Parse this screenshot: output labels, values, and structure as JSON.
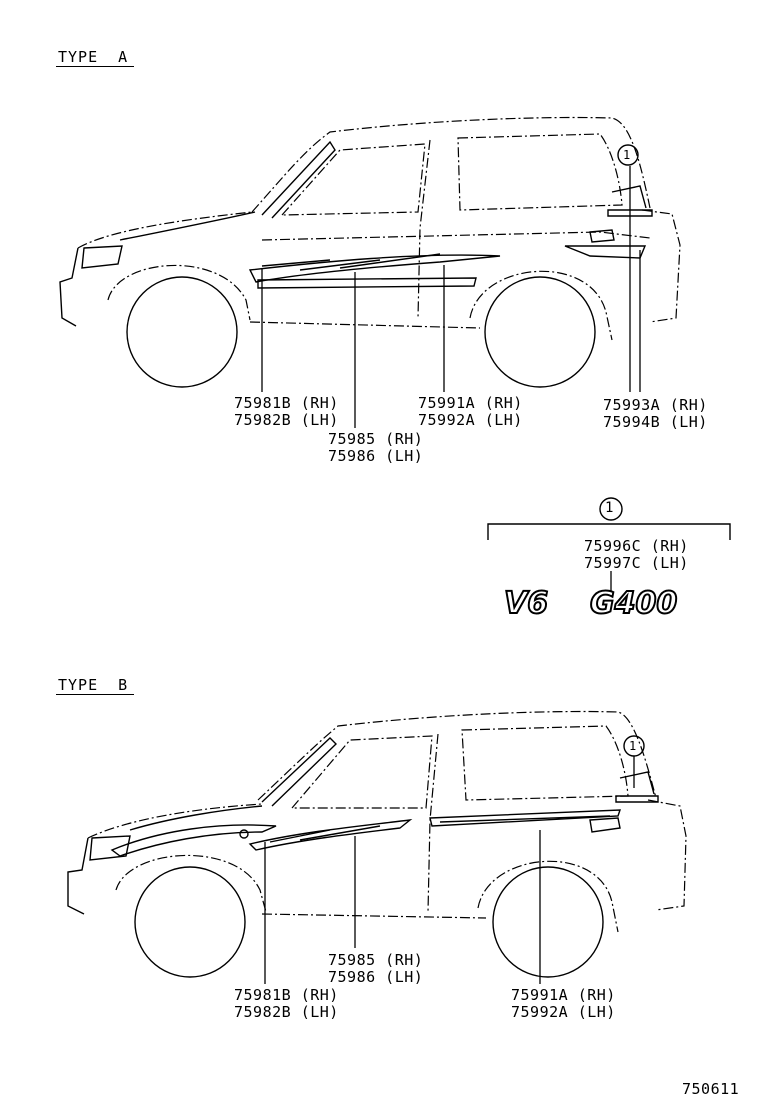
{
  "type_a": {
    "title": "TYPE  A",
    "callout_marker": "1",
    "labels": {
      "p75981b": "75981B (RH)",
      "p75982b": "75982B (LH)",
      "p75985": "75985 (RH)",
      "p75986": "75986 (LH)",
      "p75991a": "75991A (RH)",
      "p75992a": "75992A (LH)",
      "p75993a": "75993A (RH)",
      "p75994b": "75994B (LH)"
    }
  },
  "detail": {
    "marker": "1",
    "p75996c": "75996C (RH)",
    "p75997c": "75997C (LH)",
    "emblem_left": "V6",
    "emblem_right": "G400"
  },
  "type_b": {
    "title": "TYPE  B",
    "callout_marker": "1",
    "labels": {
      "p75985": "75985 (RH)",
      "p75986": "75986 (LH)",
      "p75981b": "75981B (RH)",
      "p75982b": "75982B (LH)",
      "p75991a": "75991A (RH)",
      "p75992a": "75992A (LH)"
    }
  },
  "footer": {
    "ref": "750611"
  }
}
